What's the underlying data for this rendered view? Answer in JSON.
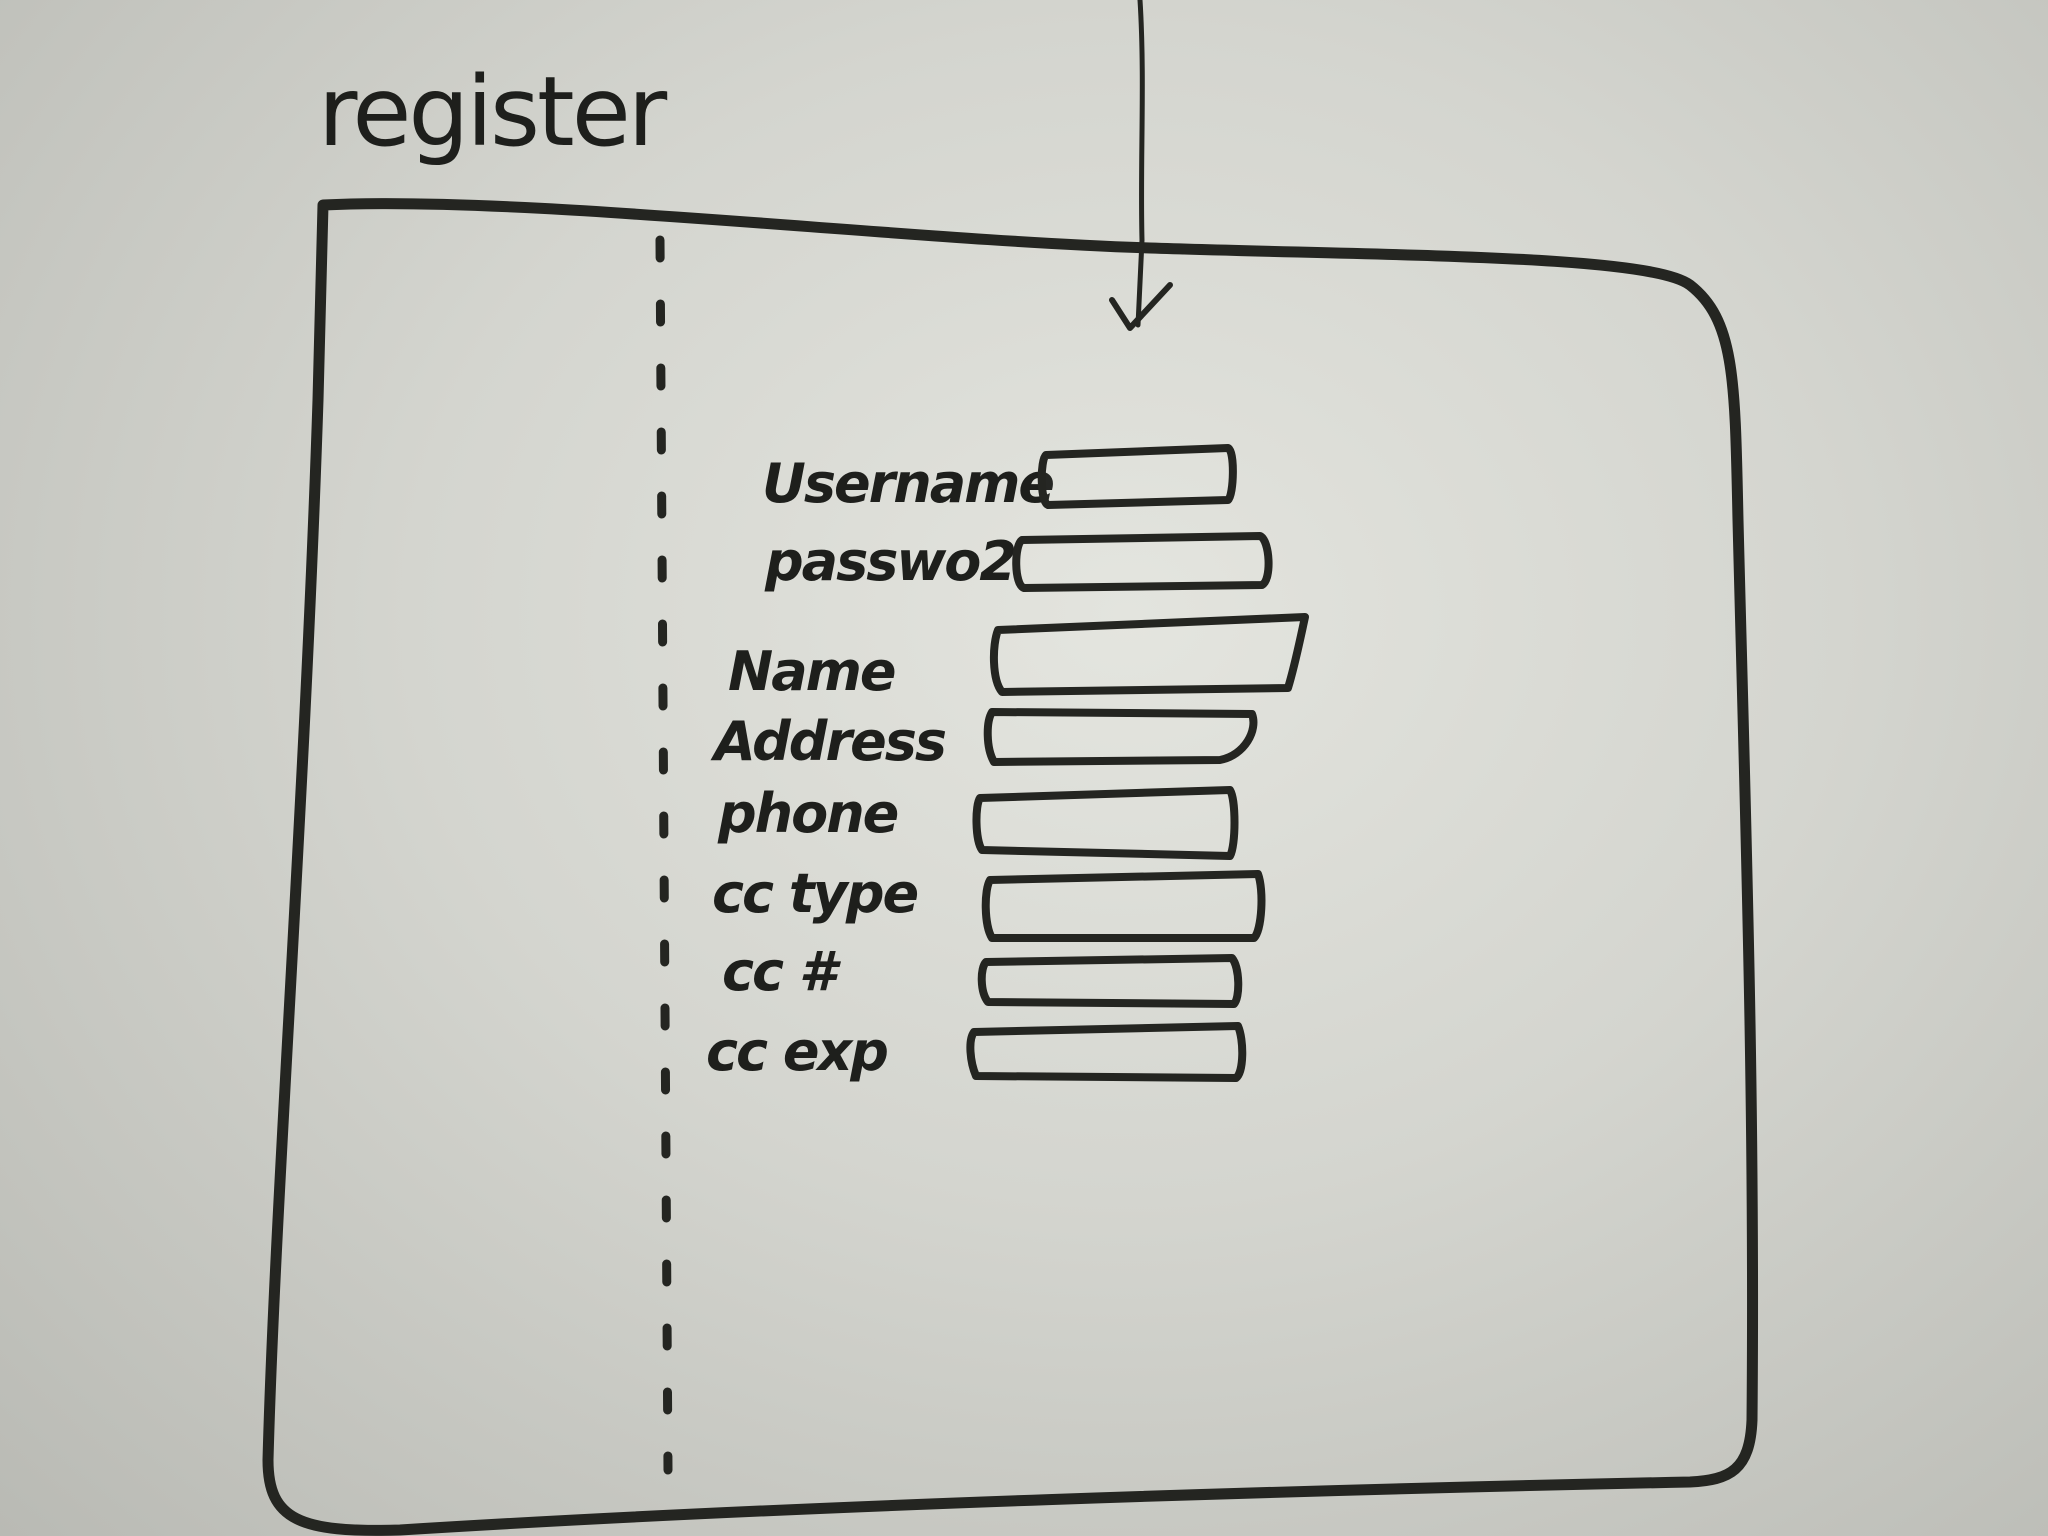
{
  "page": {
    "title": "register"
  },
  "form": {
    "fields": [
      {
        "label": "Username",
        "value": ""
      },
      {
        "label": "passwo2",
        "value": ""
      },
      {
        "label": "Name",
        "value": ""
      },
      {
        "label": "Address",
        "value": ""
      },
      {
        "label": "phone",
        "value": ""
      },
      {
        "label": "cc type",
        "value": ""
      },
      {
        "label": "cc #",
        "value": ""
      },
      {
        "label": "cc exp",
        "value": ""
      }
    ]
  },
  "colors": {
    "ink": "#242521",
    "paper": "#d4d5cf"
  }
}
